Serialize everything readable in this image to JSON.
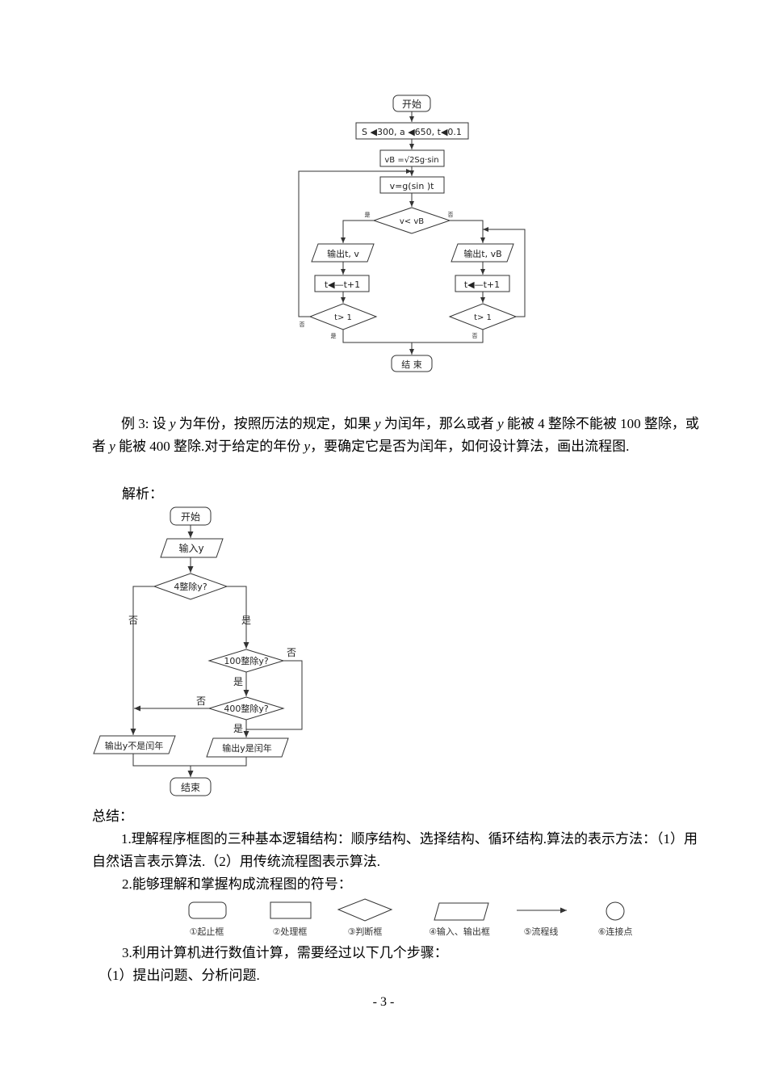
{
  "flowchart1": {
    "start": "开始",
    "init": "S ◀300, a ◀650, t◀0.1",
    "vb": "vB =√2Sg·sin",
    "v": "v=g(sin )t",
    "cond": "v< vB",
    "cond_yes": "是",
    "cond_no": "否",
    "out_left": "输出t, v",
    "out_right": "输出t, vB",
    "inc_left": "t◀—t+1",
    "inc_right": "t◀—t+1",
    "loop_left": "t> 1",
    "loop_right": "t> 1",
    "loop_left_no": "否",
    "loop_left_yes": "是",
    "loop_right_yes": "否",
    "end": "结 束"
  },
  "example3": {
    "text_a": "例 3: 设 ",
    "y1": "y",
    "text_b": " 为年份，按照历法的规定，如果 ",
    "y2": "y",
    "text_c": " 为闰年，那么或者 ",
    "y3": "y",
    "text_d": " 能被 4 整除不能被 100 整除，或者 ",
    "y4": "y",
    "text_e": " 能被 400 整除.对于给定的年份 ",
    "y5": "y",
    "text_f": "，要确定它是否为闰年，如何设计算法，画出流程图."
  },
  "analysis_label": "解析：",
  "flowchart2": {
    "start": "开始",
    "input": "输入y",
    "d4": "4整除y?",
    "no1": "否",
    "yes1": "是",
    "d100": "100整除y?",
    "no2": "否",
    "yes2": "是",
    "d400": "400整除y?",
    "no3": "否",
    "yes3": "是",
    "out_not": "输出y不是闰年",
    "out_leap": "输出y是闰年",
    "end": "结束"
  },
  "summary": {
    "title": "总结：",
    "s1": "1.理解程序框图的三种基本逻辑结构：顺序结构、选择结构、循环结构.算法的表示方法：（1）用自然语言表示算法.（2）用传统流程图表示算法.",
    "s2": "2.能够理解和掌握构成流程图的符号：",
    "symbols": [
      "①起止框",
      "②处理框",
      "③判断框",
      "④输入、输出框",
      "⑤流程线",
      "⑥连接点"
    ],
    "s3": "3.利用计算机进行数值计算，需要经过以下几个步骤：",
    "s4": "（1）提出问题、分析问题."
  },
  "page_number": "- 3 -"
}
